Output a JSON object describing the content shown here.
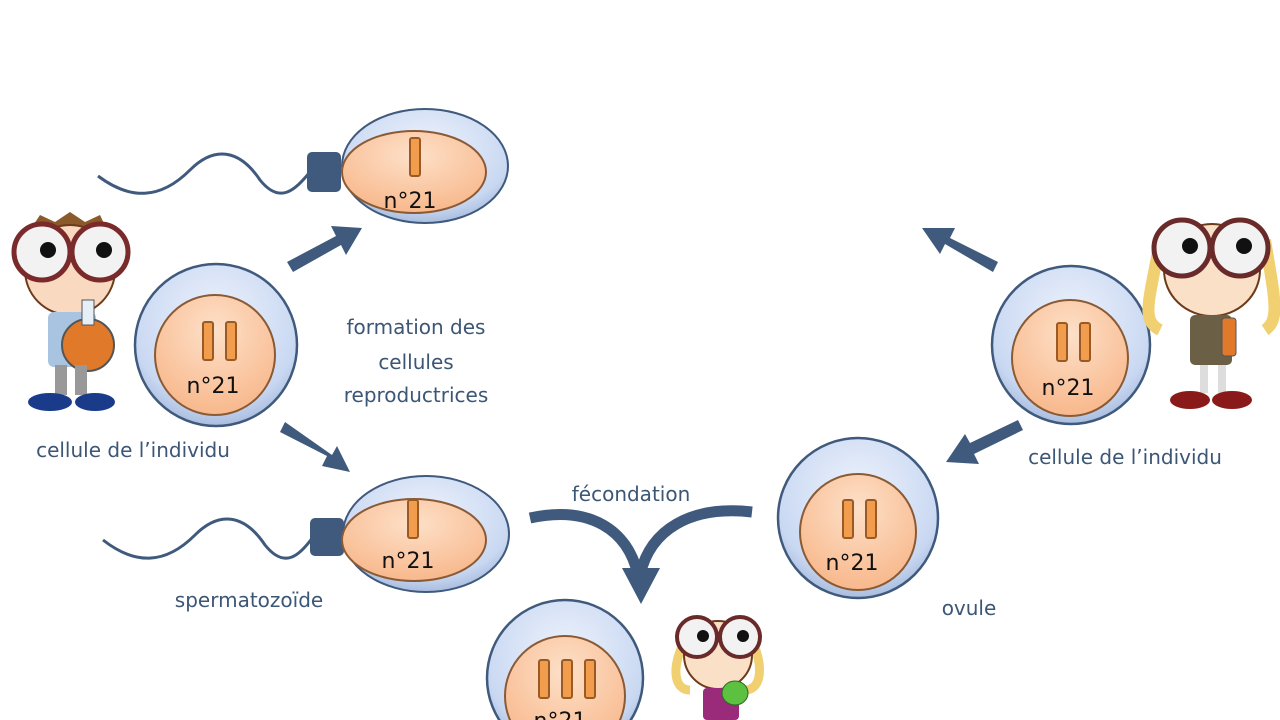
{
  "chromosome_label": "n°21",
  "labels": {
    "formation_line1": "formation des",
    "formation_line2": "cellules",
    "formation_line3": "reproductrices",
    "cell_left": "cellule de l’individu",
    "cell_right": "cellule de l’individu",
    "fecondation": "fécondation",
    "spermatozoide": "spermatozoïde",
    "ovule": "ovule"
  },
  "colors": {
    "arrow": "#3f5a7c",
    "cell_outer": "#d6e2f6",
    "nucleus": "#fbc9a6",
    "chromosome": "#f0a050",
    "text": "#3c5676"
  }
}
